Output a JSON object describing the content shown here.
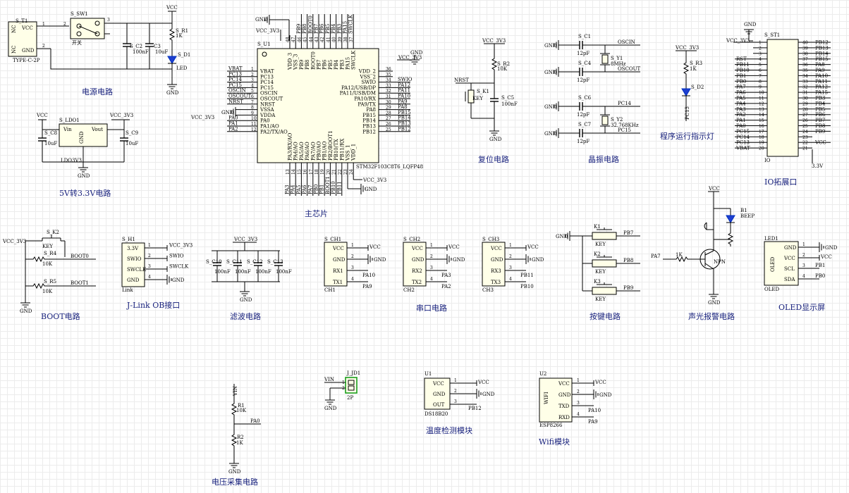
{
  "sections": {
    "power": "电源电路",
    "ldo": "5V转3.3V电路",
    "mcu": "主芯片",
    "reset": "复位电路",
    "crystal": "晶振电路",
    "led": "程序运行指示灯",
    "io": "IO拓展口",
    "boot": "BOOT电路",
    "jlink": "J-Link OB接口",
    "filter": "滤波电路",
    "uart": "串口电路",
    "keys": "按键电路",
    "alarm": "声光报警电路",
    "oled": "OLED显示屏",
    "voltage": "电压采集电路",
    "temp": "温度检测模块",
    "wifi": "Wifi模块"
  },
  "nets": {
    "vcc": "VCC",
    "vcc3v3": "VCC_3V3",
    "gnd": "GND",
    "v33": "3.3V",
    "vin": "VIN",
    "oscin": "OSCIN",
    "oscout": "OSCOUT",
    "pc14": "PC14",
    "pc15": "PC15",
    "nrst": "NRST",
    "boot0": "BOOT0",
    "boot1": "BOOT1",
    "swio": "SWIO",
    "swclk": "SWCLK"
  },
  "power": {
    "t1": "S_T1",
    "t1_vcc": "VCC",
    "t1_gnd": "GND",
    "t1_nc": "NC",
    "t1_part": "TYPE-C-2P",
    "sw_ref": "S_SW1",
    "sw_label": "开关",
    "c2_ref": "S_C2",
    "c2_val": "100nF",
    "c3_ref": "C3",
    "c3_val": "10uF",
    "r1_ref": "S_R1",
    "r1_val": "1K",
    "d1_ref": "S_D1",
    "d1_val": "LED"
  },
  "ldo": {
    "ref": "S_LDO1",
    "vin": "Vin",
    "vout": "Vout",
    "gnd": "GND",
    "part": "LDO3V3",
    "c8_ref": "S_C8",
    "c8_val": "10uF",
    "c9_ref": "S_C9",
    "c9_val": "10uF"
  },
  "mcu": {
    "ref": "S_U1",
    "part": "STM32F103C8T6_LQFP48",
    "left_pins": [
      {
        "n": "1",
        "name": "VBAT",
        "net": "VBAT"
      },
      {
        "n": "2",
        "name": "PC13",
        "net": "PC13"
      },
      {
        "n": "3",
        "name": "PC14",
        "net": "PC14"
      },
      {
        "n": "4",
        "name": "PC15",
        "net": "PC15"
      },
      {
        "n": "5",
        "name": "OSCIN",
        "net": "OSCIN"
      },
      {
        "n": "6",
        "name": "OSCOUT",
        "net": "OSCOUT"
      },
      {
        "n": "7",
        "name": "NRST",
        "net": "NRST"
      },
      {
        "n": "8",
        "name": "VSSA",
        "net": "GND"
      },
      {
        "n": "9",
        "name": "VDDA",
        "net": "VCC_3V3"
      },
      {
        "n": "10",
        "name": "PA0",
        "net": "PA0"
      },
      {
        "n": "11",
        "name": "PA1/AO",
        "net": "PA1"
      },
      {
        "n": "12",
        "name": "PA2/TX/AO",
        "net": "PA2"
      }
    ],
    "right_pins": [
      {
        "n": "36",
        "name": "VDD_2",
        "net": "VCC_3V3"
      },
      {
        "n": "35",
        "name": "VSS_2",
        "net": ""
      },
      {
        "n": "34",
        "name": "SWIO",
        "net": "SWIO"
      },
      {
        "n": "33",
        "name": "PA12/USB/DP",
        "net": "PA12"
      },
      {
        "n": "32",
        "name": "PA11/USB/DM",
        "net": "PA11"
      },
      {
        "n": "31",
        "name": "PA10/RX",
        "net": "PA10"
      },
      {
        "n": "30",
        "name": "PA9/TX",
        "net": "PA9"
      },
      {
        "n": "29",
        "name": "PA8",
        "net": "PA8"
      },
      {
        "n": "28",
        "name": "PB15",
        "net": "PB15"
      },
      {
        "n": "27",
        "name": "PB14",
        "net": "PB14"
      },
      {
        "n": "26",
        "name": "PB13",
        "net": "PB13"
      },
      {
        "n": "25",
        "name": "PB12",
        "net": "PB12"
      }
    ],
    "top_pins": [
      {
        "n": "48",
        "name": "VDD_3"
      },
      {
        "n": "47",
        "name": "VSS_3"
      },
      {
        "n": "46",
        "name": "PB9"
      },
      {
        "n": "45",
        "name": "PB8"
      },
      {
        "n": "44",
        "name": "BOOT0"
      },
      {
        "n": "43",
        "name": "PB7"
      },
      {
        "n": "42",
        "name": "PB6"
      },
      {
        "n": "41",
        "name": "PB5"
      },
      {
        "n": "40",
        "name": "PB4"
      },
      {
        "n": "39",
        "name": "PB3"
      },
      {
        "n": "38",
        "name": "PA15"
      },
      {
        "n": "37",
        "name": "SWCLK"
      }
    ],
    "top_nets": [
      "",
      "",
      "PB9",
      "PB8",
      "BOOT0",
      "PB7",
      "PB6",
      "PB5",
      "PB4",
      "PB3",
      "PA15",
      "SWCLK"
    ],
    "bottom_pins": [
      {
        "n": "13",
        "name": "PA3/RX/AO"
      },
      {
        "n": "14",
        "name": "PA4/AO"
      },
      {
        "n": "15",
        "name": "PA5/AO"
      },
      {
        "n": "16",
        "name": "PA6/AO"
      },
      {
        "n": "17",
        "name": "PA7/AO"
      },
      {
        "n": "18",
        "name": "PB0/AO"
      },
      {
        "n": "19",
        "name": "PB1/AO"
      },
      {
        "n": "20",
        "name": "PB2/BOOT1"
      },
      {
        "n": "21",
        "name": "PB10/TX"
      },
      {
        "n": "22",
        "name": "PB11/RX"
      },
      {
        "n": "23",
        "name": "VSS_1"
      },
      {
        "n": "24",
        "name": "VDD_1"
      }
    ],
    "bottom_nets": [
      "PA3",
      "PA4",
      "PA5",
      "PA6",
      "PA7",
      "PB0",
      "PB1",
      "BOOT1",
      "PB10",
      "PB11",
      "",
      ""
    ]
  },
  "reset": {
    "r_ref": "S_R2",
    "r_val": "10K",
    "k_ref": "S_K1",
    "k_val": "KEY",
    "c_ref": "S_C5",
    "c_val": "100nF"
  },
  "crystal": {
    "c1": "S_C1",
    "c4": "S_C4",
    "c6": "S_C6",
    "c7": "S_C7",
    "cval": "12pF",
    "y1": "S_Y1",
    "y1_val": "8MHz",
    "y2": "S_Y2",
    "y2_val": "32.768KHz"
  },
  "runled": {
    "r_ref": "S_R3",
    "r_val": "1K",
    "d_ref": "S_D2",
    "net": "PC13"
  },
  "io": {
    "ref": "S_ST1",
    "part": "IO",
    "left": [
      {
        "n": "1",
        "net": "VCC_3V3"
      },
      {
        "n": "2",
        "net": ""
      },
      {
        "n": "3",
        "net": ""
      },
      {
        "n": "4",
        "net": "RST"
      },
      {
        "n": "5",
        "net": "PB11"
      },
      {
        "n": "6",
        "net": "PB10"
      },
      {
        "n": "7",
        "net": "PB1"
      },
      {
        "n": "8",
        "net": "PB0"
      },
      {
        "n": "9",
        "net": "PA7"
      },
      {
        "n": "10",
        "net": "PA6"
      },
      {
        "n": "11",
        "net": "PA5"
      },
      {
        "n": "12",
        "net": "PA4"
      },
      {
        "n": "13",
        "net": "PA3"
      },
      {
        "n": "14",
        "net": "PA2"
      },
      {
        "n": "15",
        "net": "PA1"
      },
      {
        "n": "16",
        "net": "PA0"
      },
      {
        "n": "17",
        "net": "PC15"
      },
      {
        "n": "18",
        "net": "PC14"
      },
      {
        "n": "19",
        "net": "PC13"
      },
      {
        "n": "20",
        "net": "VBAT"
      }
    ],
    "right": [
      {
        "n": "40",
        "net": "PB12"
      },
      {
        "n": "39",
        "net": "PB13"
      },
      {
        "n": "38",
        "net": "PB14"
      },
      {
        "n": "37",
        "net": "PB15"
      },
      {
        "n": "36",
        "net": "PA8"
      },
      {
        "n": "35",
        "net": "PA9"
      },
      {
        "n": "34",
        "net": "PA10"
      },
      {
        "n": "33",
        "net": "PA11"
      },
      {
        "n": "32",
        "net": "PA12"
      },
      {
        "n": "31",
        "net": "PA15"
      },
      {
        "n": "30",
        "net": "PB3"
      },
      {
        "n": "29",
        "net": "PB4"
      },
      {
        "n": "28",
        "net": "PB5"
      },
      {
        "n": "27",
        "net": "PB6"
      },
      {
        "n": "26",
        "net": "PB7"
      },
      {
        "n": "25",
        "net": "PB8"
      },
      {
        "n": "24",
        "net": "PB9"
      },
      {
        "n": "23",
        "net": ""
      },
      {
        "n": "22",
        "net": "VCC"
      },
      {
        "n": "21",
        "net": ""
      }
    ]
  },
  "boot": {
    "k_ref": "S_K2",
    "k_val": "KEY",
    "r4": "S_R4",
    "r5": "S_R5",
    "rval": "10K"
  },
  "jlink": {
    "ref": "S_H1",
    "part": "Link",
    "pins": [
      {
        "n": "1",
        "name": "3.3V",
        "net": "VCC_3V3"
      },
      {
        "n": "2",
        "name": "SWIO",
        "net": "SWIO"
      },
      {
        "n": "3",
        "name": "SWCLK",
        "net": "SWCLK"
      },
      {
        "n": "4",
        "name": "GND",
        "net": "GND"
      }
    ]
  },
  "filter": {
    "caps": [
      {
        "ref": "S_C10",
        "val": "100nF"
      },
      {
        "ref": "S_C11",
        "val": "100nF"
      },
      {
        "ref": "S_C12",
        "val": "100nF"
      },
      {
        "ref": "S_C13",
        "val": "100nF"
      }
    ]
  },
  "uart": [
    {
      "ref": "S_CH1",
      "part": "CH1",
      "rx": "RX1",
      "tx": "TX1",
      "rxnet": "PA10",
      "txnet": "PA9"
    },
    {
      "ref": "S_CH2",
      "part": "CH2",
      "rx": "RX2",
      "tx": "TX2",
      "rxnet": "PA3",
      "txnet": "PA2"
    },
    {
      "ref": "S_CH3",
      "part": "CH3",
      "rx": "RX3",
      "tx": "TX3",
      "rxnet": "PB11",
      "txnet": "PB10"
    }
  ],
  "uart_pins": {
    "vcc": "VCC",
    "gnd": "GND"
  },
  "keys": {
    "refs": [
      "K1",
      "K2",
      "K3"
    ],
    "val": "KEY",
    "nets": [
      "PB7",
      "PB8",
      "PB9"
    ]
  },
  "alarm": {
    "b_ref": "B1",
    "b_val": "BEEP",
    "q_val": "NPN",
    "r_val": "1K",
    "net": "PA7"
  },
  "oled": {
    "ref": "LED1",
    "part": "OLED",
    "label": "OLED",
    "pins": [
      {
        "n": "1",
        "name": "GND",
        "net": "GND"
      },
      {
        "n": "2",
        "name": "VCC",
        "net": "VCC"
      },
      {
        "n": "3",
        "name": "SCL",
        "net": "PB1"
      },
      {
        "n": "4",
        "name": "SDA",
        "net": "PB0"
      }
    ]
  },
  "voltage": {
    "r1_ref": "R1",
    "r1_val": "10K",
    "r2_ref": "R2",
    "r2_val": "1K",
    "net": "PA0",
    "vin": "VIN"
  },
  "jd1": {
    "ref": "J_JD1",
    "part": "2P"
  },
  "temp": {
    "ref": "U1",
    "part": "DS18B20",
    "pins": [
      {
        "n": "1",
        "name": "VCC",
        "net": "VCC"
      },
      {
        "n": "2",
        "name": "GND",
        "net": "GND"
      },
      {
        "n": "3",
        "name": "OUT",
        "net": "PB12"
      }
    ]
  },
  "wifi": {
    "ref": "U2",
    "part": "ESP8266",
    "label": "WIFI",
    "pins": [
      {
        "n": "1",
        "name": "VCC",
        "net": "VCC"
      },
      {
        "n": "2",
        "name": "GND",
        "net": "GND"
      },
      {
        "n": "3",
        "name": "TXD",
        "net": "PA10"
      },
      {
        "n": "4",
        "name": "RXD",
        "net": "PA9"
      }
    ]
  }
}
